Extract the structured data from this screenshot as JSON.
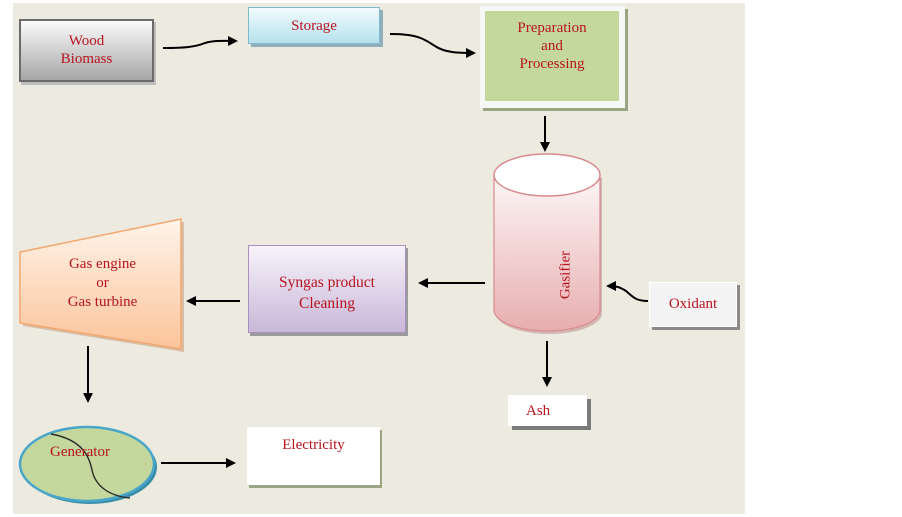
{
  "diagram": {
    "title": "Wood biomass gasification process flow",
    "colors": {
      "background": "#edeae0",
      "label_text": "#b8141e",
      "wood_box": "#a6a6a6",
      "storage_box": "#b6e2ee",
      "preparation_box": "#c4d89d",
      "gasifier": "#e9b4b6",
      "syngas_box": "#c9b7d9",
      "engine_shape": "#fbc9a0",
      "generator": "#c4d89d",
      "generator_border": "#4aa6c9"
    },
    "nodes": {
      "wood_biomass": {
        "line1": "Wood",
        "line2": "Biomass"
      },
      "storage": {
        "label": "Storage"
      },
      "preparation": {
        "line1": "Preparation",
        "line2": "and",
        "line3": "Processing"
      },
      "gasifier": {
        "label": "Gasifier"
      },
      "oxidant": {
        "label": "Oxidant"
      },
      "ash": {
        "label": "Ash"
      },
      "syngas_cleaning": {
        "line1": "Syngas product",
        "line2": "Cleaning"
      },
      "gas_engine": {
        "line1": "Gas engine",
        "line2": "or",
        "line3": "Gas turbine"
      },
      "generator": {
        "label": "Generator"
      },
      "electricity": {
        "label": "Electricity"
      }
    },
    "edges": [
      {
        "from": "wood_biomass",
        "to": "storage"
      },
      {
        "from": "storage",
        "to": "preparation"
      },
      {
        "from": "preparation",
        "to": "gasifier"
      },
      {
        "from": "oxidant",
        "to": "gasifier"
      },
      {
        "from": "gasifier",
        "to": "ash"
      },
      {
        "from": "gasifier",
        "to": "syngas_cleaning"
      },
      {
        "from": "syngas_cleaning",
        "to": "gas_engine"
      },
      {
        "from": "gas_engine",
        "to": "generator"
      },
      {
        "from": "generator",
        "to": "electricity"
      }
    ]
  }
}
